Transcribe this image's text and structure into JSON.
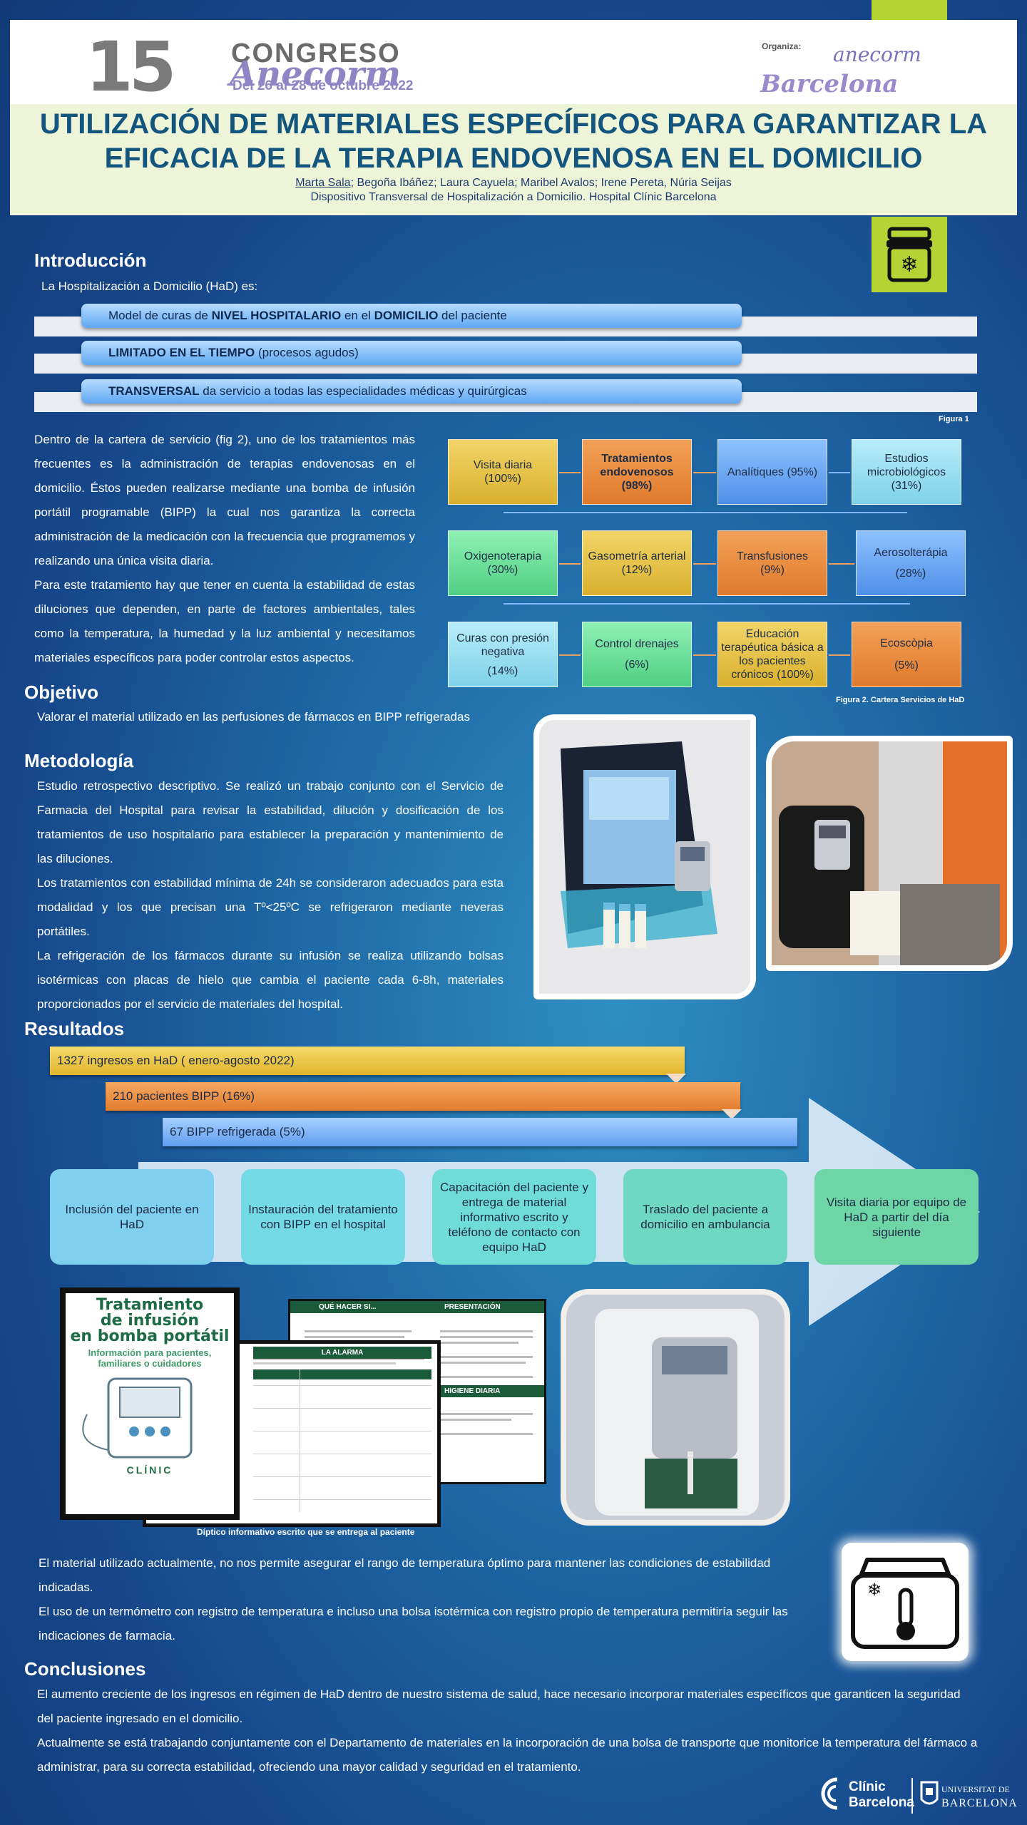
{
  "header": {
    "logo_number": "15",
    "logo_congreso": "CONGRESO",
    "logo_anecorm": "Anecorm",
    "logo_dates": "Del 26 al 28 de octubre 2022",
    "org_label": "Organiza:",
    "org_name": "anecorm",
    "org_city": "Barcelona"
  },
  "title": {
    "line1": "UTILIZACIÓN DE MATERIALES ESPECÍFICOS PARA GARANTIZAR LA",
    "line2": "EFICACIA DE LA TERAPIA ENDOVENOSA EN EL DOMICILIO",
    "author_first": "Marta Sala",
    "authors_rest": "; Begoña Ibáñez; Laura Cayuela; Maribel Avalos; Irene Pereta, Núria Seijas",
    "affiliation": "Dispositivo Transversal de Hospitalización a Domicilio.  Hospital Clínic Barcelona"
  },
  "intro": {
    "heading": "Introducción",
    "lead": "La Hospitalización a Domicilio (HaD) es:",
    "pill1_a": "Model de curas de ",
    "pill1_b": "NIVEL HOSPITALARIO",
    "pill1_c": " en el ",
    "pill1_d": "DOMICILIO",
    "pill1_e": " del paciente",
    "pill2_a": "LIMITADO EN EL TIEMPO",
    "pill2_b": " (procesos agudos)",
    "pill3_a": "TRANSVERSAL",
    "pill3_b": " da servicio a todas las especialidades médicas y quirúrgicas",
    "fig1": "Figura 1",
    "para1": "Dentro de la cartera de servicio (fig 2), uno de los tratamientos más frecuentes es la administración de terapias endovenosas en el domicilio. Éstos pueden realizarse mediante una bomba de infusión portátil programable (BIPP) la cual nos garantiza la correcta administración de la medicación con la frecuencia que programemos y realizando una única visita diaria.",
    "para2": "Para este tratamiento hay que tener en cuenta la estabilidad de estas diluciones que dependen, en parte de factores ambientales, tales como la temperatura, la humedad y la luz ambiental y necesitamos materiales específicos para poder controlar estos aspectos."
  },
  "services": {
    "caption": "Figura 2. Cartera Servicios de HaD",
    "items": [
      {
        "l1": "Visita diaria",
        "l2": "(100%)"
      },
      {
        "l1": "Tratamientos endovenosos",
        "l2": "(98%)"
      },
      {
        "l1": "Analítiques (95%)",
        "l2": ""
      },
      {
        "l1": "Estudios microbiológicos",
        "l2": "(31%)"
      },
      {
        "l1": "Oxigenoterapia",
        "l2": "(30%)"
      },
      {
        "l1": "Gasometría arterial (12%)",
        "l2": ""
      },
      {
        "l1": "Transfusiones",
        "l2": "(9%)"
      },
      {
        "l1": "Aerosolterápia",
        "l2": "(28%)"
      },
      {
        "l1": "Curas con presión negativa",
        "l2": "(14%)"
      },
      {
        "l1": "Control drenajes",
        "l2": "(6%)"
      },
      {
        "l1": "Educación terapéutica básica a los pacientes crónicos (100%)",
        "l2": ""
      },
      {
        "l1": "Ecoscòpia",
        "l2": "(5%)"
      }
    ]
  },
  "objetivo": {
    "heading": "Objetivo",
    "text": "Valorar el material utilizado en las perfusiones de fármacos en BIPP refrigeradas"
  },
  "metodologia": {
    "heading": "Metodología",
    "p1": "Estudio retrospectivo descriptivo. Se realizó un trabajo conjunto con el Servicio de Farmacia del Hospital para revisar la estabilidad, dilución y dosificación de los tratamientos de uso hospitalario para establecer la preparación y mantenimiento de las diluciones.",
    "p2": "Los tratamientos con estabilidad mínima de 24h se consideraron adecuados para esta modalidad y los que precisan una   Tº<25ºC se refrigeraron mediante neveras portátiles.",
    "p3": "La refrigeración de los fármacos durante su infusión se realiza utilizando bolsas isotérmicas con placas de hielo que cambia el paciente cada 6-8h, materiales proporcionados por el servicio de materiales del hospital."
  },
  "resultados": {
    "heading": "Resultados",
    "bar1": "1327 ingresos en HaD ( enero-agosto 2022)",
    "bar2": "210 pacientes BIPP (16%)",
    "bar3": "67 BIPP refrigerada (5%)",
    "steps": [
      "Inclusión del paciente en HaD",
      "Instauración del tratamiento con BIPP en el hospital",
      "Capacitación del paciente y entrega de material informativo escrito y teléfono de contacto con equipo HaD",
      "Traslado del paciente a domicilio en ambulancia",
      "Visita diaria por equipo de HaD a partir del día siguiente"
    ],
    "brochure_title1": "Tratamiento",
    "brochure_title2": "de infusión",
    "brochure_title3": "en bomba portátil",
    "brochure_sub": "Información para pacientes, familiares o cuidadores",
    "brochure_brand": "CLÍNIC",
    "doc_head1": "QUÉ HACER SI...",
    "doc_head2": "PRESENTACIÓN",
    "doc_head3": "LA ALARMA",
    "doc_head4": "HIGIENE DIARIA",
    "diptico_caption": "Díptico  informativo escrito que se entrega al paciente",
    "note1": "El material utilizado actualmente, no nos permite asegurar el rango de temperatura óptimo para mantener las condiciones de estabilidad indicadas.",
    "note2": "El uso de un termómetro con registro de temperatura e incluso una bolsa isotérmica con registro propio de temperatura permitiría seguir las indicaciones de farmacia."
  },
  "conclusiones": {
    "heading": "Conclusiones",
    "p1": "El aumento creciente de los ingresos en régimen de HaD dentro de nuestro sistema de salud, hace necesario incorporar materiales específicos que garanticen la seguridad del paciente ingresado en el domicilio.",
    "p2": "Actualmente se está trabajando conjuntamente con el Departamento de materiales en la incorporación de una bolsa de transporte que monitorice la temperatura del fármaco a administrar, para su correcta estabilidad, ofreciendo una mayor calidad y seguridad en el tratamiento."
  },
  "footer": {
    "clinic1": "Clínic",
    "clinic2": "Barcelona",
    "ub1": "UNIVERSITAT DE",
    "ub2": "BARCELONA"
  },
  "colors": {
    "title": "#14557e",
    "accent_green": "#b5d334",
    "background": "#1f6aa8"
  }
}
